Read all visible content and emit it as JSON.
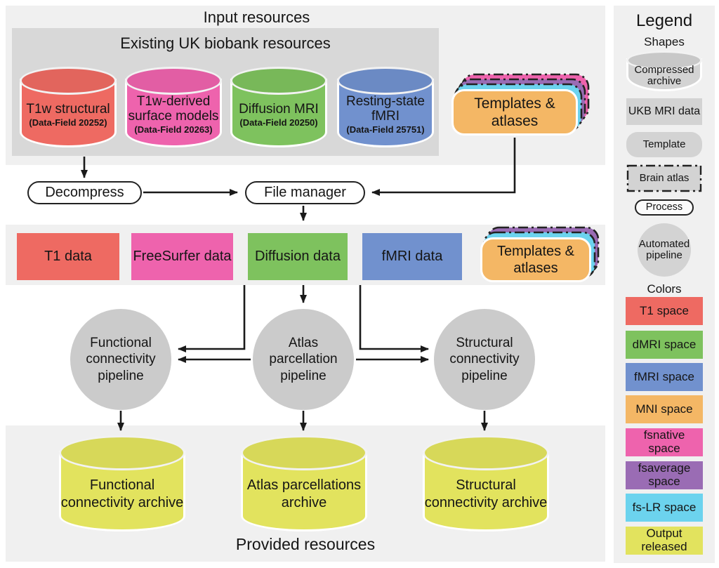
{
  "input_section": {
    "label": "Input resources",
    "box_title": "Existing UK biobank resources",
    "cylinders": [
      {
        "label": "T1w structural",
        "sublabel": "(Data-Field 20252)",
        "color": "#ee6a62"
      },
      {
        "label": "T1w-derived surface models",
        "sublabel": "(Data-Field 20263)",
        "color": "#ee63ad"
      },
      {
        "label": "Diffusion MRI",
        "sublabel": "(Data-Field 20250)",
        "color": "#7ec25e"
      },
      {
        "label": "Resting-state fMRI",
        "sublabel": "(Data-Field 25751)",
        "color": "#7191ce"
      }
    ],
    "templates_card": {
      "label": "Templates & atlases",
      "color": "#f4b765"
    },
    "stack_layer_colors": {
      "fsnative": "#ee63ad",
      "fsaverage": "#9a6cb4",
      "fslr": "#6cd3ee"
    }
  },
  "processes": {
    "decompress": "Decompress",
    "file_manager": "File manager"
  },
  "data_row": {
    "t1": {
      "label": "T1 data",
      "color": "#ee6a62"
    },
    "freesurfer": {
      "label": "FreeSurfer data",
      "color": "#ee63ad"
    },
    "diffusion": {
      "label": "Diffusion data",
      "color": "#7ec25e"
    },
    "fmri": {
      "label": "fMRI data",
      "color": "#7191ce"
    },
    "templates": {
      "label": "Templates & atlases",
      "color": "#f4b765"
    }
  },
  "pipelines": [
    {
      "label": "Functional connectivity pipeline"
    },
    {
      "label": "Atlas parcellation pipeline"
    },
    {
      "label": "Structural connectivity pipeline"
    }
  ],
  "output_section": {
    "label": "Provided resources",
    "color": "#e2e35e",
    "archives": [
      {
        "label": "Functional connectivity archive"
      },
      {
        "label": "Atlas parcellations archive"
      },
      {
        "label": "Structural connectivity archive"
      }
    ]
  },
  "legend": {
    "title": "Legend",
    "shapes_title": "Shapes",
    "shapes": [
      {
        "label": "Compressed archive",
        "shape": "cylinder"
      },
      {
        "label": "UKB MRI data",
        "shape": "rectangle"
      },
      {
        "label": "Template",
        "shape": "rounded-rectangle"
      },
      {
        "label": "Brain atlas",
        "shape": "dash-dot-rectangle"
      },
      {
        "label": "Process",
        "shape": "oval"
      },
      {
        "label": "Automated pipeline",
        "shape": "circle"
      }
    ],
    "colors_title": "Colors",
    "colors": [
      {
        "label": "T1 space",
        "color": "#ee6a62"
      },
      {
        "label": "dMRI space",
        "color": "#7ec25e"
      },
      {
        "label": "fMRI space",
        "color": "#7191ce"
      },
      {
        "label": "MNI space",
        "color": "#f4b765"
      },
      {
        "label": "fsnative space",
        "color": "#ee63ad"
      },
      {
        "label": "fsaverage space",
        "color": "#9a6cb4"
      },
      {
        "label": "fs-LR space",
        "color": "#6cd3ee"
      },
      {
        "label": "Output released",
        "color": "#e2e35e"
      }
    ]
  }
}
